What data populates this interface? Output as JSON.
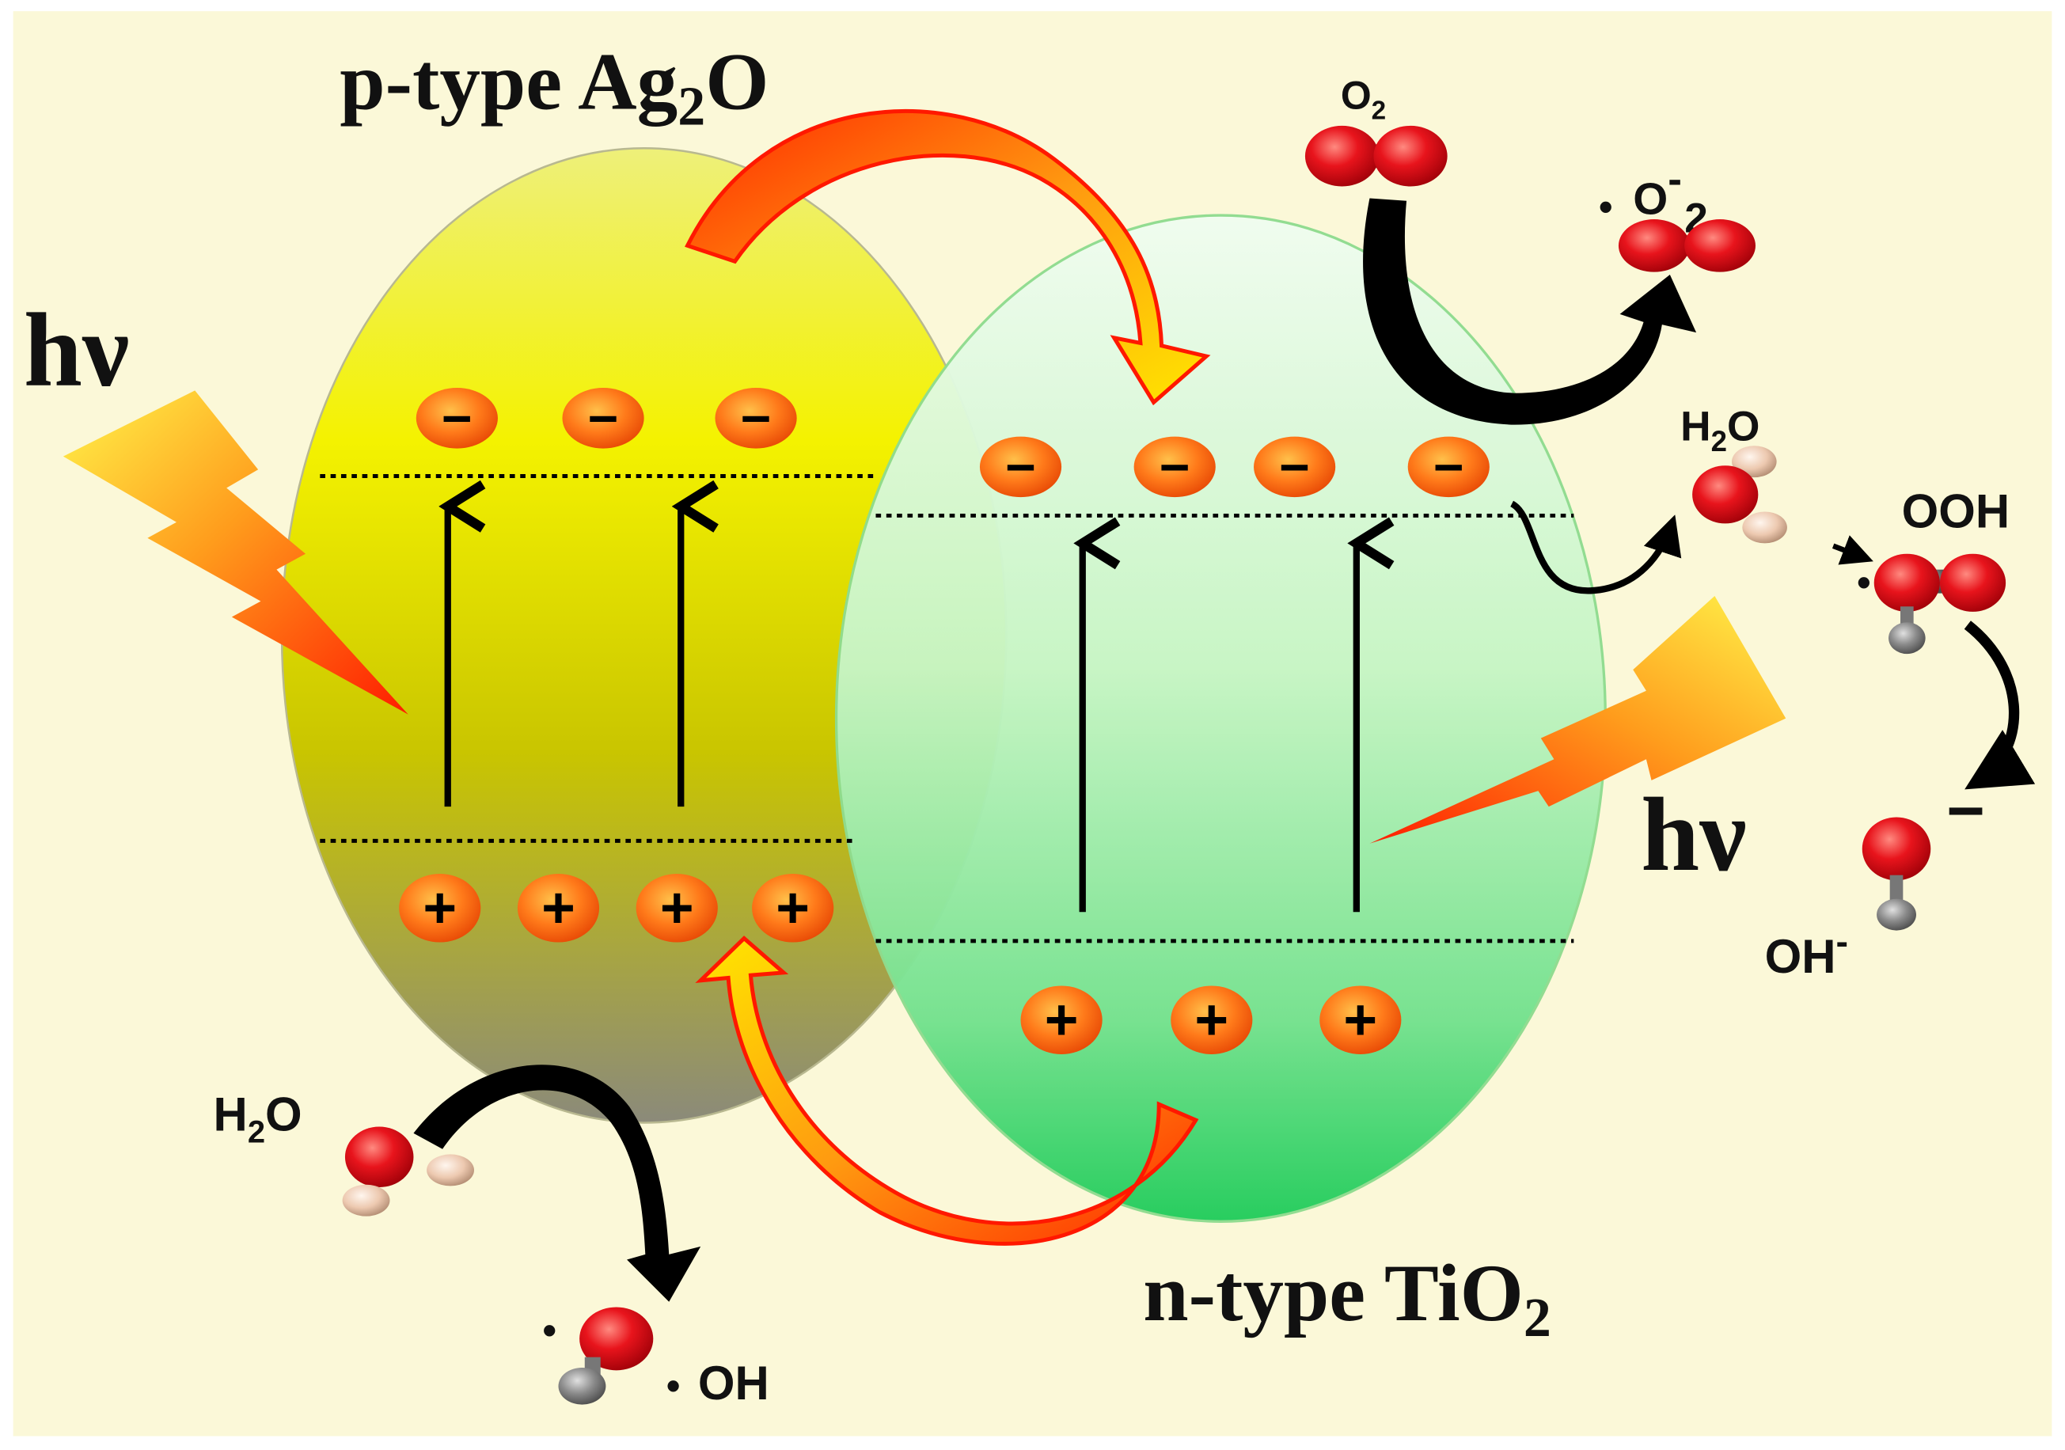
{
  "labels": {
    "ptype_prefix": "p-type Ag",
    "ptype_sub": "2",
    "ptype_suffix": "O",
    "ntype_prefix": "n-type TiO",
    "ntype_sub": "2",
    "hv_left": "hν",
    "hv_right": "hν",
    "o2_top": "O",
    "o2_top_sub": "2",
    "superoxide_o": "O",
    "superoxide_charge": "-",
    "superoxide_sub": "2",
    "h2o_right_h": "H",
    "h2o_right_sub": "2",
    "h2o_right_o": "O",
    "ooh": "OOH",
    "oh_minus": "OH",
    "oh_minus_charge": "-",
    "h2o_left_h": "H",
    "h2o_left_sub": "2",
    "h2o_left_o": "O",
    "oh_radical": "OH"
  },
  "symbols": {
    "electron": "−",
    "hole": "+",
    "radical_dot": "•",
    "minus_charge": "−"
  },
  "colors": {
    "background": "#fbf8d8",
    "ptype_top": "#f4f200",
    "ptype_bottom": "#8b8a78",
    "ntype_top": "#eafce8",
    "ntype_bottom": "#2fd36a",
    "carrier_fill": "#ff6a1a",
    "molecule_red": "#e0121a",
    "molecule_gray": "#808080",
    "molecule_h": "#f0d2bd",
    "transfer_arrow_outer": "#ff1a00",
    "transfer_arrow_inner": "#ffe600"
  }
}
